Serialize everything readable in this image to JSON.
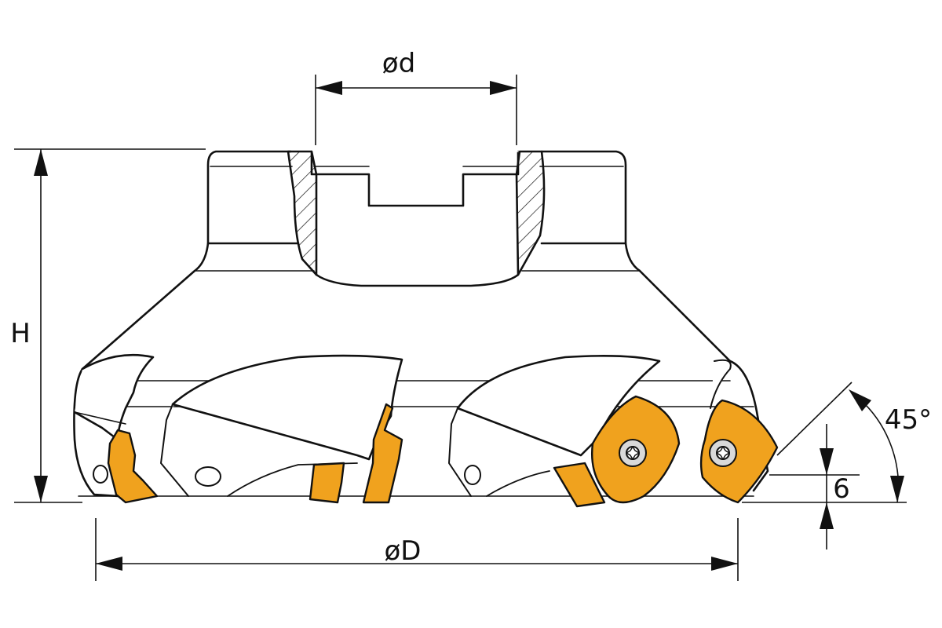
{
  "labels": {
    "bore_diameter": "ød",
    "outer_diameter": "øD",
    "height": "H",
    "lead_angle": "45°",
    "depth_of_cut": "6"
  },
  "colors": {
    "outline": "#111111",
    "body": "#ffffff",
    "insert": "#f0a21e",
    "insert_dark": "#c87d0c",
    "screw": "#d9d9d9"
  }
}
